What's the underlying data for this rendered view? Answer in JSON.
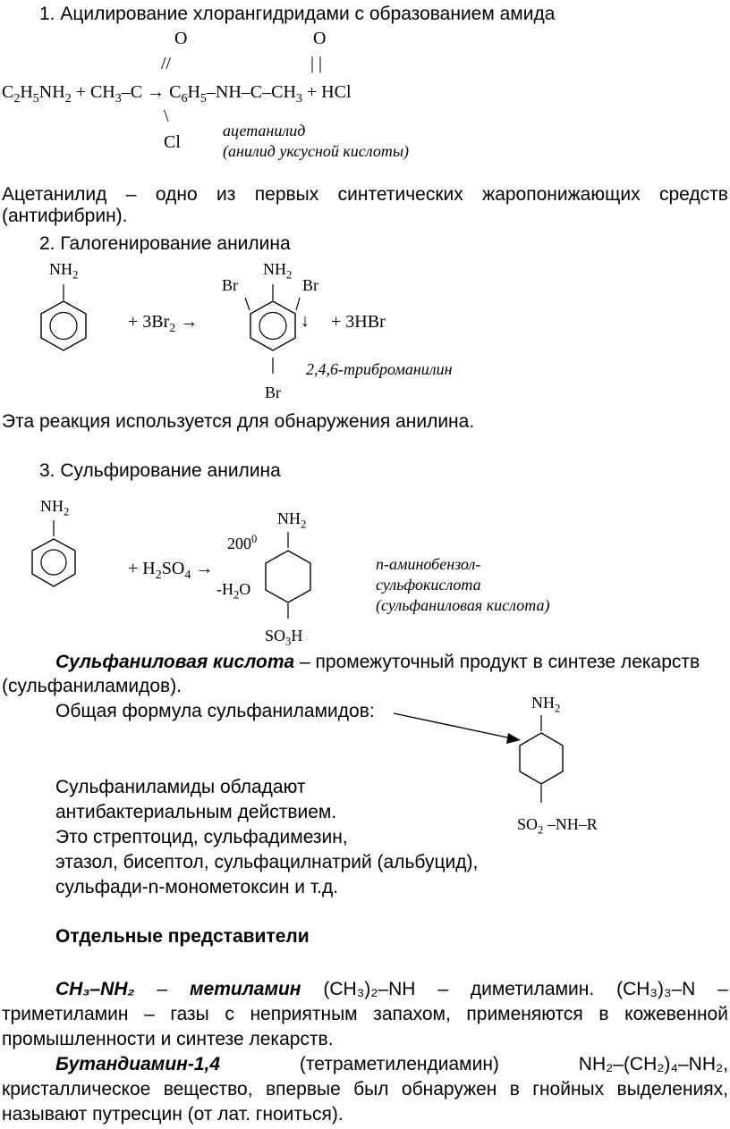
{
  "s1": {
    "heading": "1.  Ацилирование хлорангидридами с образованием амида",
    "O_left": "O",
    "O_right": "O",
    "dbl_slash": "//",
    "dbl_bars": "| |",
    "backslash": "\\",
    "Cl": "Cl",
    "lhs_t1": "C",
    "lhs_s1": "2",
    "lhs_t2": "H",
    "lhs_s2": "5",
    "lhs_t3": "NH",
    "lhs_s3": "2",
    "lhs_t4": " + CH",
    "lhs_s4": "3",
    "lhs_t5": "–C ",
    "arrow": "→",
    "rhs_t1": " C",
    "rhs_s1": "6",
    "rhs_t2": "H",
    "rhs_s2": "5",
    "rhs_t3": "–NH–C–CH",
    "rhs_s3": "3",
    "rhs_t4": " + HCl",
    "prod_name": "ацетанилид",
    "prod_alt": "(анилид уксусной кислоты)",
    "para_words": [
      "Ацетанилид",
      "–",
      "одно",
      "из",
      "первых",
      "синтетических",
      "жаропонижающих",
      "средств"
    ],
    "para_line2": "(антифибрин)."
  },
  "s2": {
    "heading": "2.  Галогенирование анилина",
    "nh2_reactant_t": "NH",
    "nh2_reactant_s": "2",
    "plus_t": "+ 3Br",
    "plus_s": "2",
    "arrow": "→",
    "br_left": "Br",
    "br_right": "Br",
    "br_bottom": "Br",
    "nh2_product_t": "NH",
    "nh2_product_s": "2",
    "down_arrow": "↓",
    "hbr": "+   3HBr",
    "product_name": "2,4,6-триброманилин",
    "note": "Эта реакция используется для обнаружения анилина."
  },
  "s3": {
    "heading": "3.  Сульфирование анилина",
    "nh2_reactant_t": "NH",
    "nh2_reactant_s": "2",
    "plus_t1": "+ H",
    "plus_s1": "2",
    "plus_t2": "SO",
    "plus_s2": "4",
    "arrow": "→",
    "temp": "200",
    "temp_sup": "0",
    "water_t": "-H",
    "water_s": "2",
    "water_t2": "O",
    "nh2_product_t": "NH",
    "nh2_product_s": "2",
    "so3h_t": "SO",
    "so3h_s": "3",
    "so3h_t2": "H",
    "product_line1": "n-аминобензол-",
    "product_line2": "сульфокислота",
    "product_line3": "(сульфаниловая кислота)",
    "para_bold": "Сульфаниловая кислота",
    "para_rest": " – промежуточный продукт в синтезе лекарств",
    "para_line2": "(сульфаниламидов).",
    "general_formula": "Общая формула сульфаниламидов:",
    "sfa_nh2_t": "NH",
    "sfa_nh2_s": "2",
    "sfa_bottom_t": "SO",
    "sfa_bottom_s": "2",
    "sfa_bottom_t2": " –NH–R",
    "list_line1": "Сульфаниламиды обладают",
    "list_line2": "антибактериальным действием.",
    "list_line3": "Это стрептоцид, сульфадимезин,",
    "list_line4": "этазол, бисептол, сульфацилнатрий (альбуцид),",
    "list_line5": "сульфади-n-монометоксин и т.д."
  },
  "reps": {
    "heading": "Отдельные представители",
    "l1_words": [
      "CH₃–NH₂",
      "–",
      "метиламин",
      "(CH₃)₂–NH",
      "–",
      "диметиламин.",
      "(CH₃)₃–N",
      "–"
    ],
    "l2_words": [
      "триметиламин",
      "–",
      "газы",
      "с",
      "неприятным",
      "запахом,",
      "применяются",
      "в",
      "кожевенной"
    ],
    "l3": "промышленности и синтезе лекарств.",
    "l4_words": [
      "Бутандиамин-1,4",
      "(тетраметилендиамин)",
      "NH₂–(CH₂)₄–NH₂,"
    ],
    "l5_words": [
      "кристаллическое",
      "вещество,",
      "впервые",
      "был",
      "обнаружен",
      "в",
      "гнойных",
      "выделениях,"
    ],
    "l6": "называют путресцин (от лат. гноиться)."
  }
}
